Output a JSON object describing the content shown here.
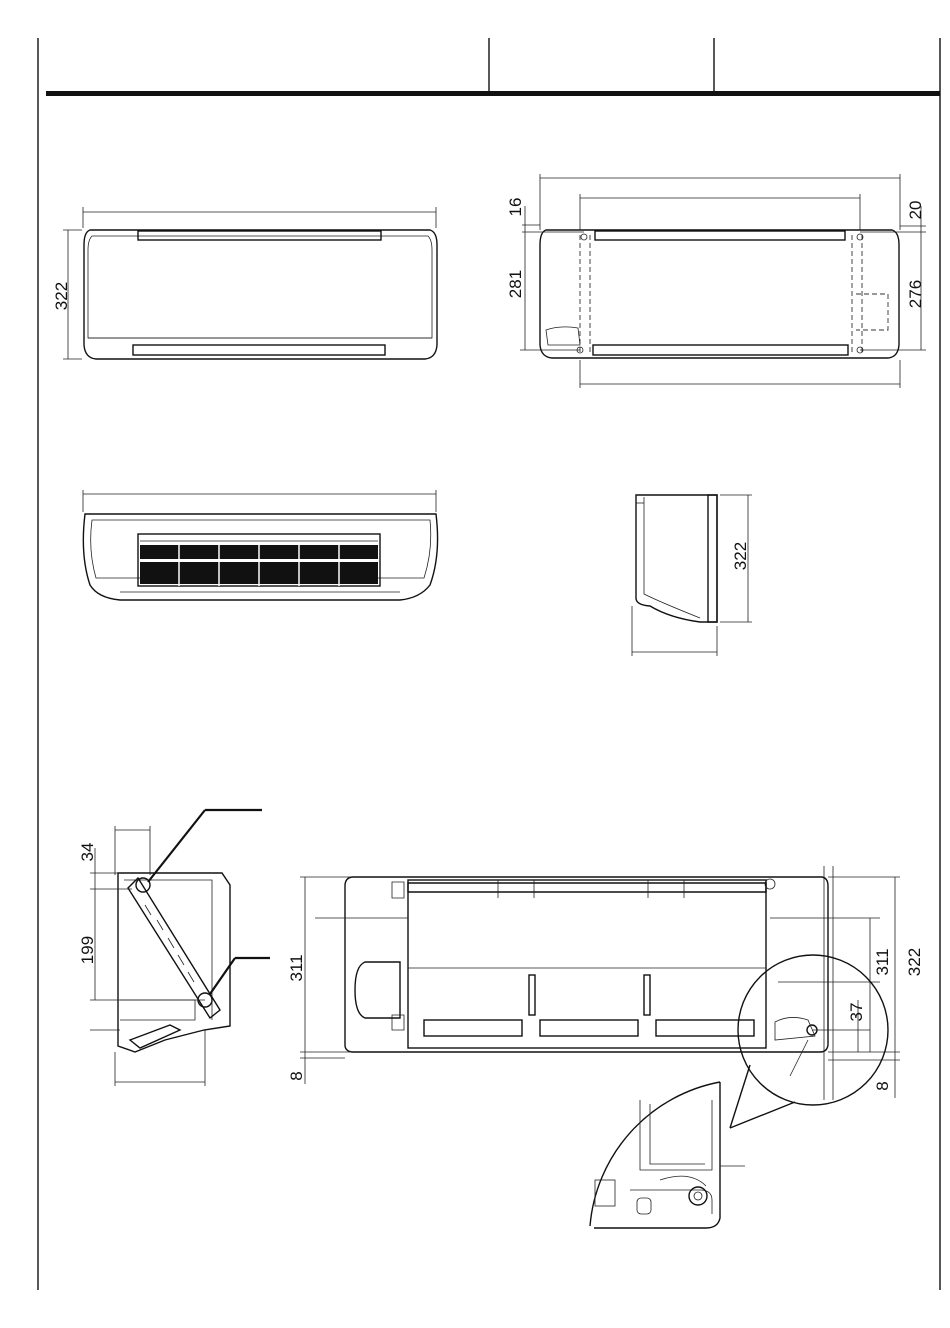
{
  "colors": {
    "line": "#111111",
    "background": "#ffffff"
  },
  "front_view": {
    "height_dim": "322"
  },
  "back_view": {
    "top_offset_left": "16",
    "top_offset_right": "20",
    "left_height": "281",
    "right_height": "276"
  },
  "side_view": {
    "height_dim": "322"
  },
  "bracket_view": {
    "dim_top": "34",
    "dim_side": "199"
  },
  "mount_plate_view": {
    "left_height": "311",
    "bottom_offset_left": "8",
    "right_inner_height": "311",
    "right_total_height": "322",
    "pipe_offset": "37",
    "bottom_offset_right": "8"
  }
}
